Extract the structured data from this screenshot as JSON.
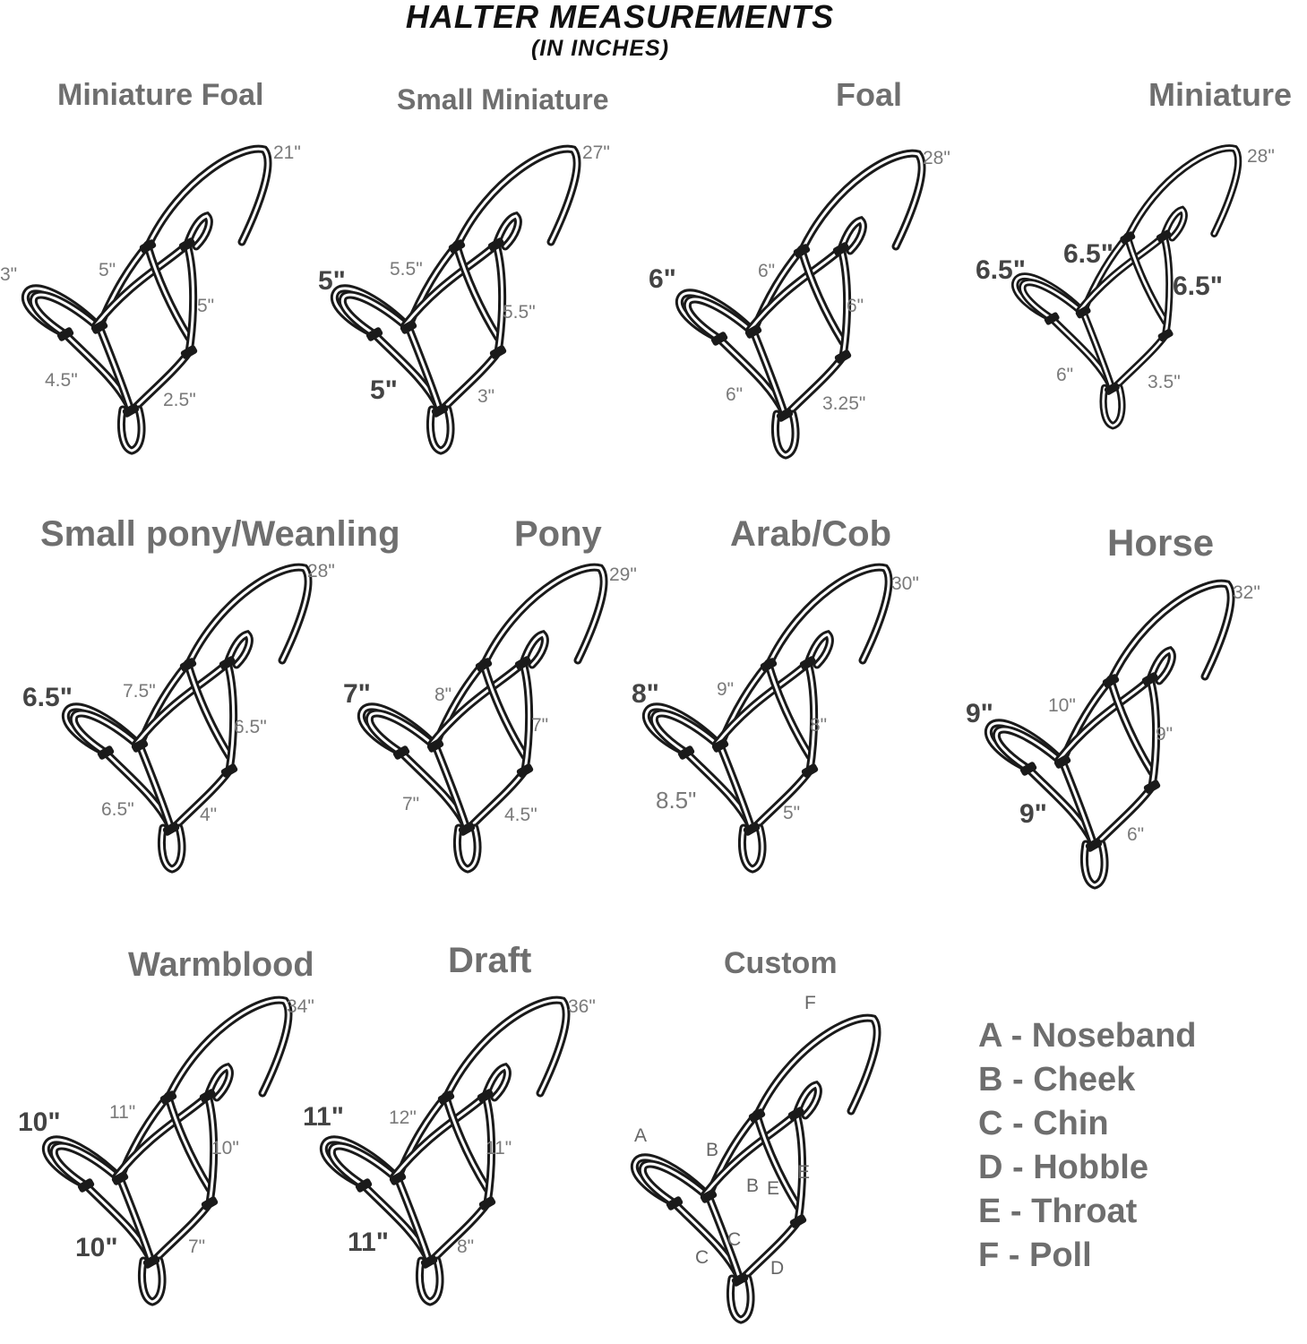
{
  "title": "HALTER MEASUREMENTS",
  "subtitle": "(IN INCHES)",
  "panels": [
    {
      "name": "Miniature Foal",
      "poll": "21\"",
      "noseband": "3\"",
      "cheek": "5\"",
      "throat": "5\"",
      "chin": "4.5\"",
      "hobble": "2.5\"",
      "emph": []
    },
    {
      "name": "Small Miniature",
      "poll": "27\"",
      "noseband": "5\"",
      "cheek": "5.5\"",
      "throat": "5.5\"",
      "chin": "5\"",
      "hobble": "3\"",
      "emph": [
        "noseband",
        "chin"
      ]
    },
    {
      "name": "Foal",
      "poll": "28\"",
      "noseband": "6\"",
      "cheek": "6\"",
      "throat": "6\"",
      "chin": "6\"",
      "hobble": "3.25\"",
      "emph": [
        "noseband"
      ]
    },
    {
      "name": "Miniature",
      "poll": "28\"",
      "noseband": "6.5\"",
      "cheek": "6.5\"",
      "throat": "6.5\"",
      "chin": "6\"",
      "hobble": "3.5\"",
      "emph": [
        "noseband",
        "cheek",
        "throat"
      ]
    },
    {
      "name": "Small pony/Weanling",
      "poll": "28\"",
      "noseband": "6.5\"",
      "cheek": "7.5\"",
      "throat": "6.5\"",
      "chin": "6.5\"",
      "hobble": "4\"",
      "emph": [
        "noseband"
      ]
    },
    {
      "name": "Pony",
      "poll": "29\"",
      "noseband": "7\"",
      "cheek": "8\"",
      "throat": "7\"",
      "chin": "7\"",
      "hobble": "4.5\"",
      "emph": [
        "noseband"
      ]
    },
    {
      "name": "Arab/Cob",
      "poll": "30\"",
      "noseband": "8\"",
      "cheek": "9\"",
      "throat": "8\"",
      "chin": "8.5\"",
      "hobble": "5\"",
      "emph": [
        "noseband"
      ]
    },
    {
      "name": "Horse",
      "poll": "32\"",
      "noseband": "9\"",
      "cheek": "10\"",
      "throat": "9\"",
      "chin": "9\"",
      "hobble": "6\"",
      "emph": [
        "noseband",
        "chin"
      ]
    },
    {
      "name": "Warmblood",
      "poll": "34\"",
      "noseband": "10\"",
      "cheek": "11\"",
      "throat": "10\"",
      "chin": "10\"",
      "hobble": "7\"",
      "emph": [
        "noseband",
        "chin"
      ]
    },
    {
      "name": "Draft",
      "poll": "36\"",
      "noseband": "11\"",
      "cheek": "12\"",
      "throat": "11\"",
      "chin": "11\"",
      "hobble": "8\"",
      "emph": [
        "noseband",
        "chin"
      ]
    }
  ],
  "custom": {
    "name": "Custom",
    "labels": {
      "poll": "F",
      "noseband": "A",
      "cheek_outer": "B",
      "cheek_inner": "B",
      "throat_outer": "E",
      "throat_inner": "E",
      "chin_outer": "C",
      "chin_inner": "C",
      "hobble": "D"
    }
  },
  "legend": [
    "A - Noseband",
    "B - Cheek",
    "C - Chin",
    "D - Hobble",
    "E - Throat",
    "F - Poll"
  ]
}
